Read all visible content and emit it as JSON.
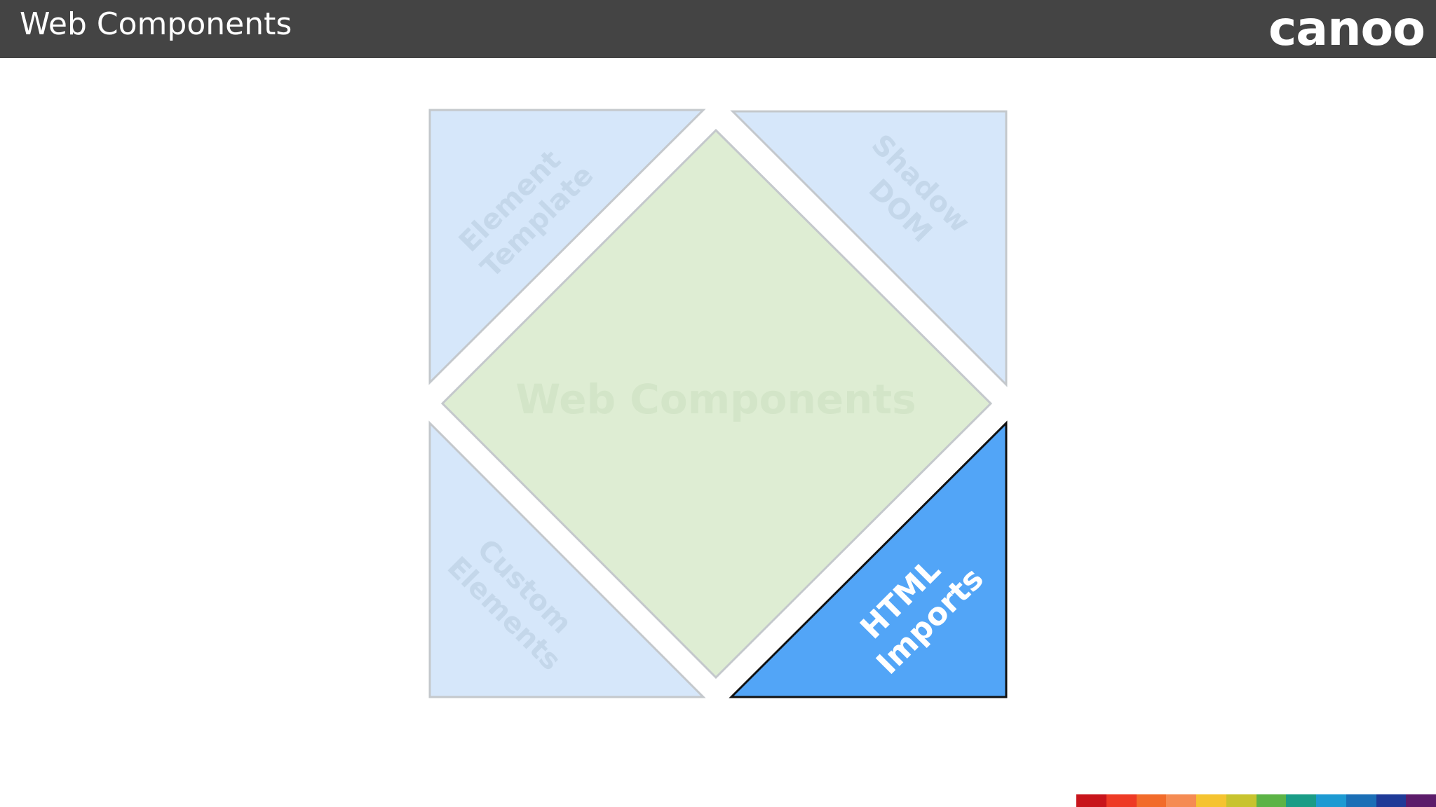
{
  "header": {
    "title": "Web Components",
    "logo": "canoo"
  },
  "diagram": {
    "center": {
      "label": "Web Components",
      "state": "faded"
    },
    "pieces": {
      "element_template": {
        "line1": "Element",
        "line2": "Template",
        "state": "faded"
      },
      "shadow_dom": {
        "line1": "Shadow",
        "line2": "DOM",
        "state": "faded"
      },
      "custom_elements": {
        "line1": "Custom",
        "line2": "Elements",
        "state": "faded"
      },
      "html_imports": {
        "line1": "HTML",
        "line2": "Imports",
        "state": "highlighted"
      }
    }
  },
  "colors": {
    "header_bg": "#444444",
    "center_fill": "#deedd3",
    "faded_fill": "#d6e7fa",
    "highlight_fill": "#52a5f7",
    "highlight_text": "#ffffff",
    "color_bar": [
      "#c8141b",
      "#ee3a25",
      "#f26b2a",
      "#f58b53",
      "#f5c330",
      "#c8c32e",
      "#5cb346",
      "#1a9c86",
      "#1d9ad2",
      "#1b6fb6",
      "#1f3a97",
      "#5c1c6a"
    ]
  }
}
